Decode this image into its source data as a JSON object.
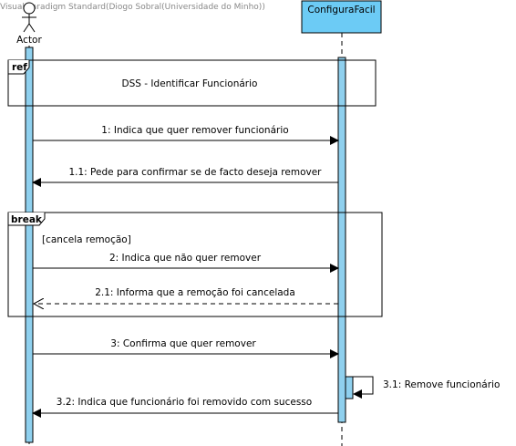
{
  "watermark": "Visual Paradigm Standard(Diogo Sobral(Universidade do Minho))",
  "actor": {
    "name": "Actor"
  },
  "system": {
    "name": "ConfiguraFacil"
  },
  "fragments": {
    "ref": {
      "operator": "ref",
      "text": "DSS - Identificar Funcionário"
    },
    "break": {
      "operator": "break",
      "guard": "[cancela remoção]"
    }
  },
  "messages": {
    "m1": "1: Indica que quer remover funcionário",
    "m1_1": "1.1: Pede para confirmar se de facto deseja remover",
    "m2": "2: Indica que não quer remover",
    "m2_1": "2.1: Informa que a remoção foi cancelada",
    "m3": "3: Confirma que quer remover",
    "m3_1": "3.1: Remove funcionário",
    "m3_2": "3.2: Indica que funcionário foi removido com sucesso"
  },
  "colors": {
    "lifeline_box": "#6ccbf5",
    "activation": "#8fd0ee",
    "border": "#000000"
  }
}
